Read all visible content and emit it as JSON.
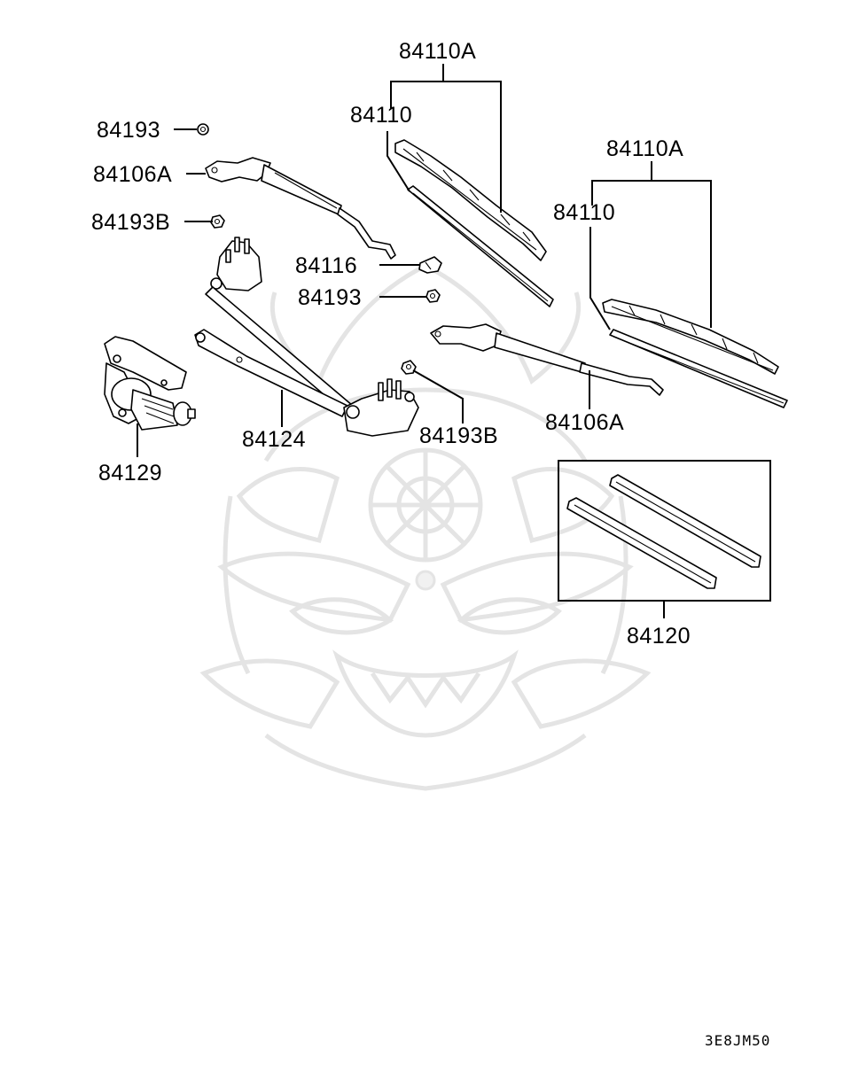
{
  "diagram": {
    "callouts": {
      "blade_assy_left": "84110A",
      "blade_left": "84110",
      "blade_assy_right": "84110A",
      "blade_right": "84110",
      "nut_top": "84193",
      "arm_left": "84106A",
      "nut_b_top": "84193B",
      "cap": "84116",
      "nut_mid": "84193",
      "arm_right": "84106A",
      "link": "84124",
      "nut_b_bottom": "84193B",
      "motor": "84129",
      "refills": "84120"
    },
    "footer_code": "3E8JM50"
  }
}
